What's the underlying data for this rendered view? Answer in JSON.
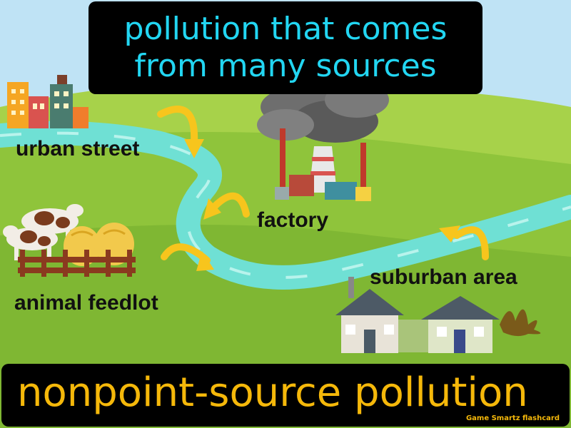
{
  "definition": {
    "line1": "pollution that comes",
    "line2": "from many sources"
  },
  "labels": {
    "urban_street": "urban street",
    "factory": "factory",
    "animal_feedlot": "animal feedlot",
    "suburban_area": "suburban area"
  },
  "term": {
    "text": "nonpoint-source pollution",
    "brand": "Game Smartz flashcard"
  },
  "colors": {
    "sky": "#bfe3f5",
    "hill": "#8fc43b",
    "river": "#6fe0d4",
    "arrow": "#f7c51d",
    "definition_text": "#22d6f2",
    "term_text": "#f5b80a"
  }
}
